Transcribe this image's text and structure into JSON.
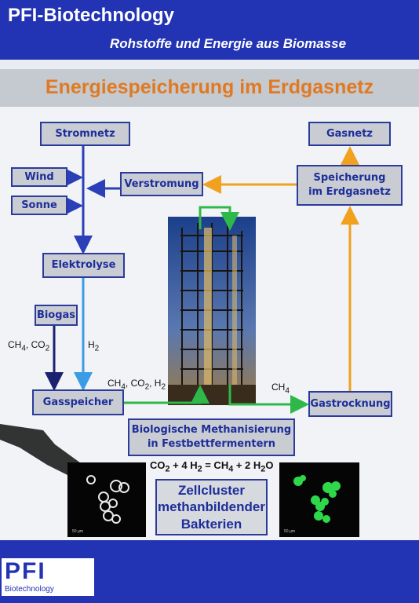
{
  "header": {
    "brand": "PFI-Biotechnology",
    "tagline": "Rohstoffe und Energie aus Biomasse"
  },
  "title": "Energiespeicherung im Erdgasnetz",
  "boxes": {
    "stromnetz": "Stromnetz",
    "wind": "Wind",
    "sonne": "Sonne",
    "verstromung": "Verstromung",
    "elektrolyse": "Elektrolyse",
    "biogas": "Biogas",
    "gasspeicher": "Gasspeicher",
    "gasnetz": "Gasnetz",
    "speicherung_l1": "Speicherung",
    "speicherung_l2": "im Erdgasnetz",
    "gastrocknung": "Gastrocknung",
    "methanisierung_l1": "Biologische Methanisierung",
    "methanisierung_l2": "in Festbettfermentern",
    "zell_l1": "Zellcluster",
    "zell_l2": "methanbildender",
    "zell_l3": "Bakterien"
  },
  "labels": {
    "ch4_co2_base": "CH",
    "ch4_sub": "4",
    "co2_base": ", CO",
    "co2_sub": "2",
    "h2_base": "H",
    "h2_sub": "2",
    "mix_a": "CH",
    "mix_b": ", CO",
    "mix_c": ", H",
    "ch4_out_base": "CH"
  },
  "equation": {
    "p1": "CO",
    "s1": "2",
    "p2": " + 4 H",
    "s2": "2",
    "p3": " = CH",
    "s3": "4",
    "p4": " + 2 H",
    "s4": "2",
    "p5": "O"
  },
  "micrographs": {
    "scale_label": "50 µm"
  },
  "footer": {
    "logo": "PFI",
    "logo_sub": "Biotechnology"
  },
  "colors": {
    "blue": "#2a3fb8",
    "light_blue": "#3a9be6",
    "green": "#2fb84a",
    "orange": "#f0a11e",
    "dark_blue": "#1a2270",
    "box_border": "#2b3b9b",
    "title_orange": "#e07a22"
  }
}
